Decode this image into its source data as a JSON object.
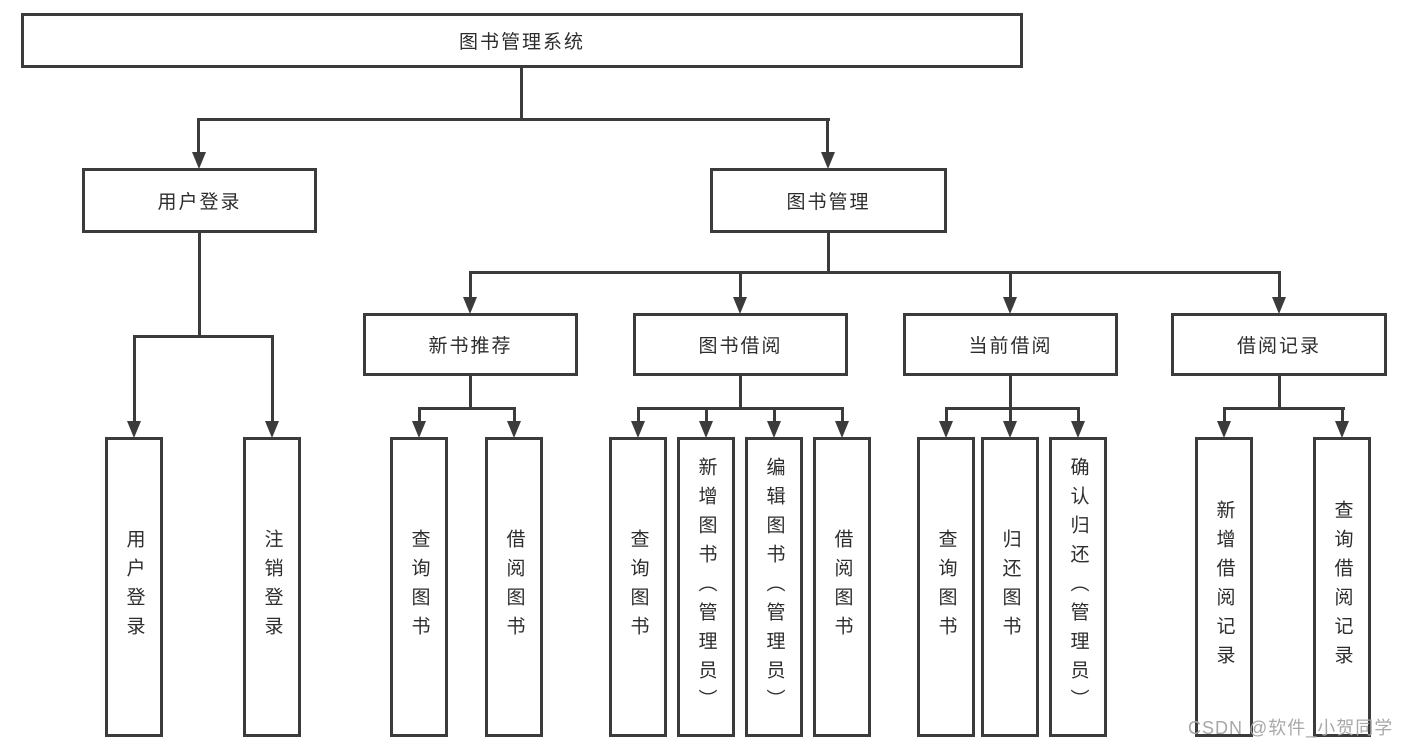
{
  "colors": {
    "line": "#3b3b3b",
    "box_border": "#3b3b3b",
    "text": "#2d2d2d",
    "watermark": "#a8a8a8",
    "background": "#ffffff"
  },
  "diagram": {
    "type": "hierarchy-tree",
    "root": {
      "label": "图书管理系统"
    },
    "branches": [
      {
        "label": "用户登录",
        "leaves": [
          {
            "label": "用户登录"
          },
          {
            "label": "注销登录"
          }
        ]
      },
      {
        "label": "图书管理",
        "subgroups": [
          {
            "label": "新书推荐",
            "leaves": [
              {
                "label": "查询图书"
              },
              {
                "label": "借阅图书"
              }
            ]
          },
          {
            "label": "图书借阅",
            "leaves": [
              {
                "label": "查询图书"
              },
              {
                "label": "新增图书（管理员）"
              },
              {
                "label": "编辑图书（管理员）"
              },
              {
                "label": "借阅图书"
              }
            ]
          },
          {
            "label": "当前借阅",
            "leaves": [
              {
                "label": "查询图书"
              },
              {
                "label": "归还图书"
              },
              {
                "label": "确认归还（管理员）"
              }
            ]
          },
          {
            "label": "借阅记录",
            "leaves": [
              {
                "label": "新增借阅记录"
              },
              {
                "label": "查询借阅记录"
              }
            ]
          }
        ]
      }
    ]
  },
  "watermark": {
    "text": "CSDN @软件_小贺同学"
  }
}
